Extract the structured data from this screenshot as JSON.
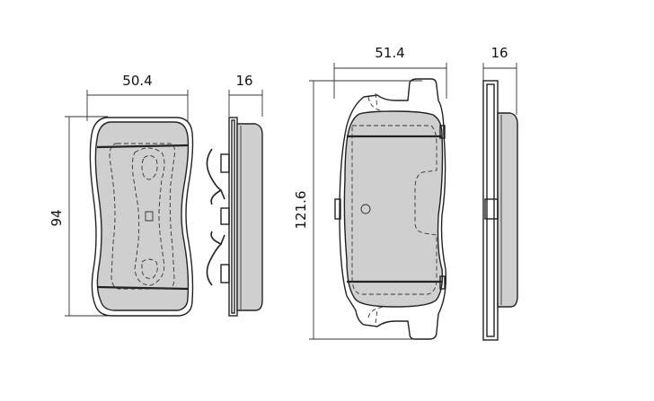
{
  "drawing": {
    "pad_a": {
      "width_label": "50.4",
      "height_label": "94",
      "thickness_label": "16"
    },
    "pad_b": {
      "width_label": "51.4",
      "height_label": "121.6",
      "thickness_label": "16"
    },
    "colors": {
      "friction_fill": "#cfcfcf",
      "line": "#222222",
      "background": "#ffffff"
    }
  }
}
